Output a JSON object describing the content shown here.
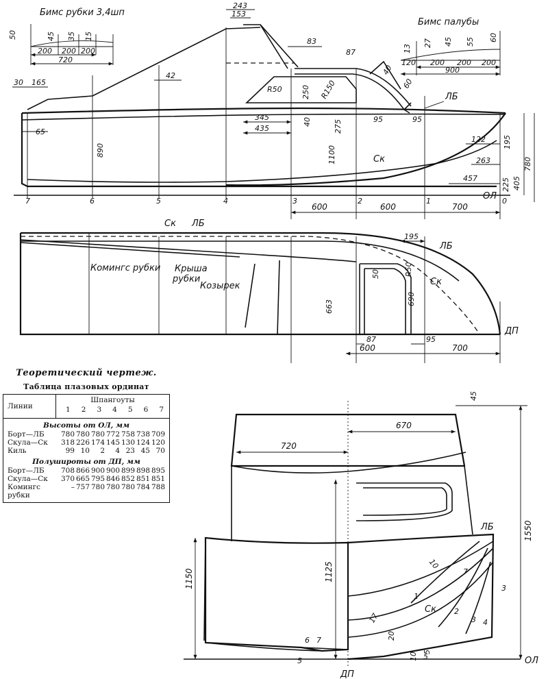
{
  "profile": {
    "beam_cabin_label": "Бимс рубки 3,4шп",
    "beam_deck_label": "Бимс палубы",
    "cabin_beam_dims": [
      "50",
      "45",
      "35",
      "15",
      "200",
      "200",
      "200",
      "720"
    ],
    "deck_beam_dims": [
      "13",
      "27",
      "45",
      "55",
      "60",
      "120",
      "200",
      "200",
      "200",
      "900"
    ],
    "top_dims": [
      "243",
      "153",
      "83",
      "87",
      "40",
      "60",
      "30",
      "165",
      "42",
      "R50",
      "250",
      "R150",
      "345",
      "435",
      "40",
      "275",
      "95",
      "95",
      "65",
      "890",
      "1100"
    ],
    "bow_dims": [
      "122",
      "195",
      "263",
      "457",
      "225",
      "405",
      "780"
    ],
    "station_labels": [
      "7",
      "6",
      "5",
      "4",
      "3",
      "2",
      "1",
      "0"
    ],
    "bottom_dims": [
      "600",
      "600",
      "700"
    ],
    "line_labels": [
      "ЛБ",
      "Ск",
      "ОЛ"
    ]
  },
  "plan": {
    "labels": [
      "Ск",
      "ЛБ",
      "Комингс рубки",
      "Крыша",
      "рубки",
      "Козырек",
      "Ск",
      "ЛБ",
      "ДП"
    ],
    "dims": [
      "195",
      "663",
      "50",
      "R50",
      "690",
      "87",
      "95",
      "600",
      "700"
    ]
  },
  "body_plan": {
    "dims": [
      "720",
      "670",
      "45",
      "1550",
      "1150",
      "1125",
      "10",
      "7",
      "3",
      "17",
      "20",
      "10",
      "5"
    ],
    "labels": [
      "ЛБ",
      "Ск",
      "ОЛ",
      "ДП",
      "1",
      "2",
      "3",
      "4",
      "5",
      "6",
      "7",
      "5"
    ]
  },
  "table": {
    "caption": "Теоретический чертеж.",
    "subtitle": "Таблица плазовых ординат",
    "col_header": "Шпангоуты",
    "lines_header": "Линии",
    "frames": [
      "1",
      "2",
      "3",
      "4",
      "5",
      "6",
      "7"
    ],
    "sections": [
      {
        "title": "Высоты от ОЛ, мм",
        "rows": [
          {
            "name": "Борт—ЛБ",
            "values": [
              "780",
              "780",
              "780",
              "772",
              "758",
              "738",
              "709"
            ]
          },
          {
            "name": "Скула—Ск",
            "values": [
              "318",
              "226",
              "174",
              "145",
              "130",
              "124",
              "120"
            ]
          },
          {
            "name": "Киль",
            "values": [
              "99",
              "10",
              "2",
              "4",
              "23",
              "45",
              "70"
            ]
          }
        ]
      },
      {
        "title": "Полуширoты от ДП, мм",
        "rows": [
          {
            "name": "Борт—ЛБ",
            "values": [
              "708",
              "866",
              "900",
              "900",
              "899",
              "898",
              "895"
            ]
          },
          {
            "name": "Скула—Ск",
            "values": [
              "370",
              "665",
              "795",
              "846",
              "852",
              "851",
              "851"
            ]
          },
          {
            "name": "Комингс",
            "values": [
              "–",
              "757",
              "780",
              "780",
              "780",
              "784",
              "788"
            ]
          },
          {
            "name": "рубки",
            "values": [
              "",
              "",
              "",
              "",
              "",
              "",
              ""
            ]
          }
        ]
      }
    ]
  }
}
